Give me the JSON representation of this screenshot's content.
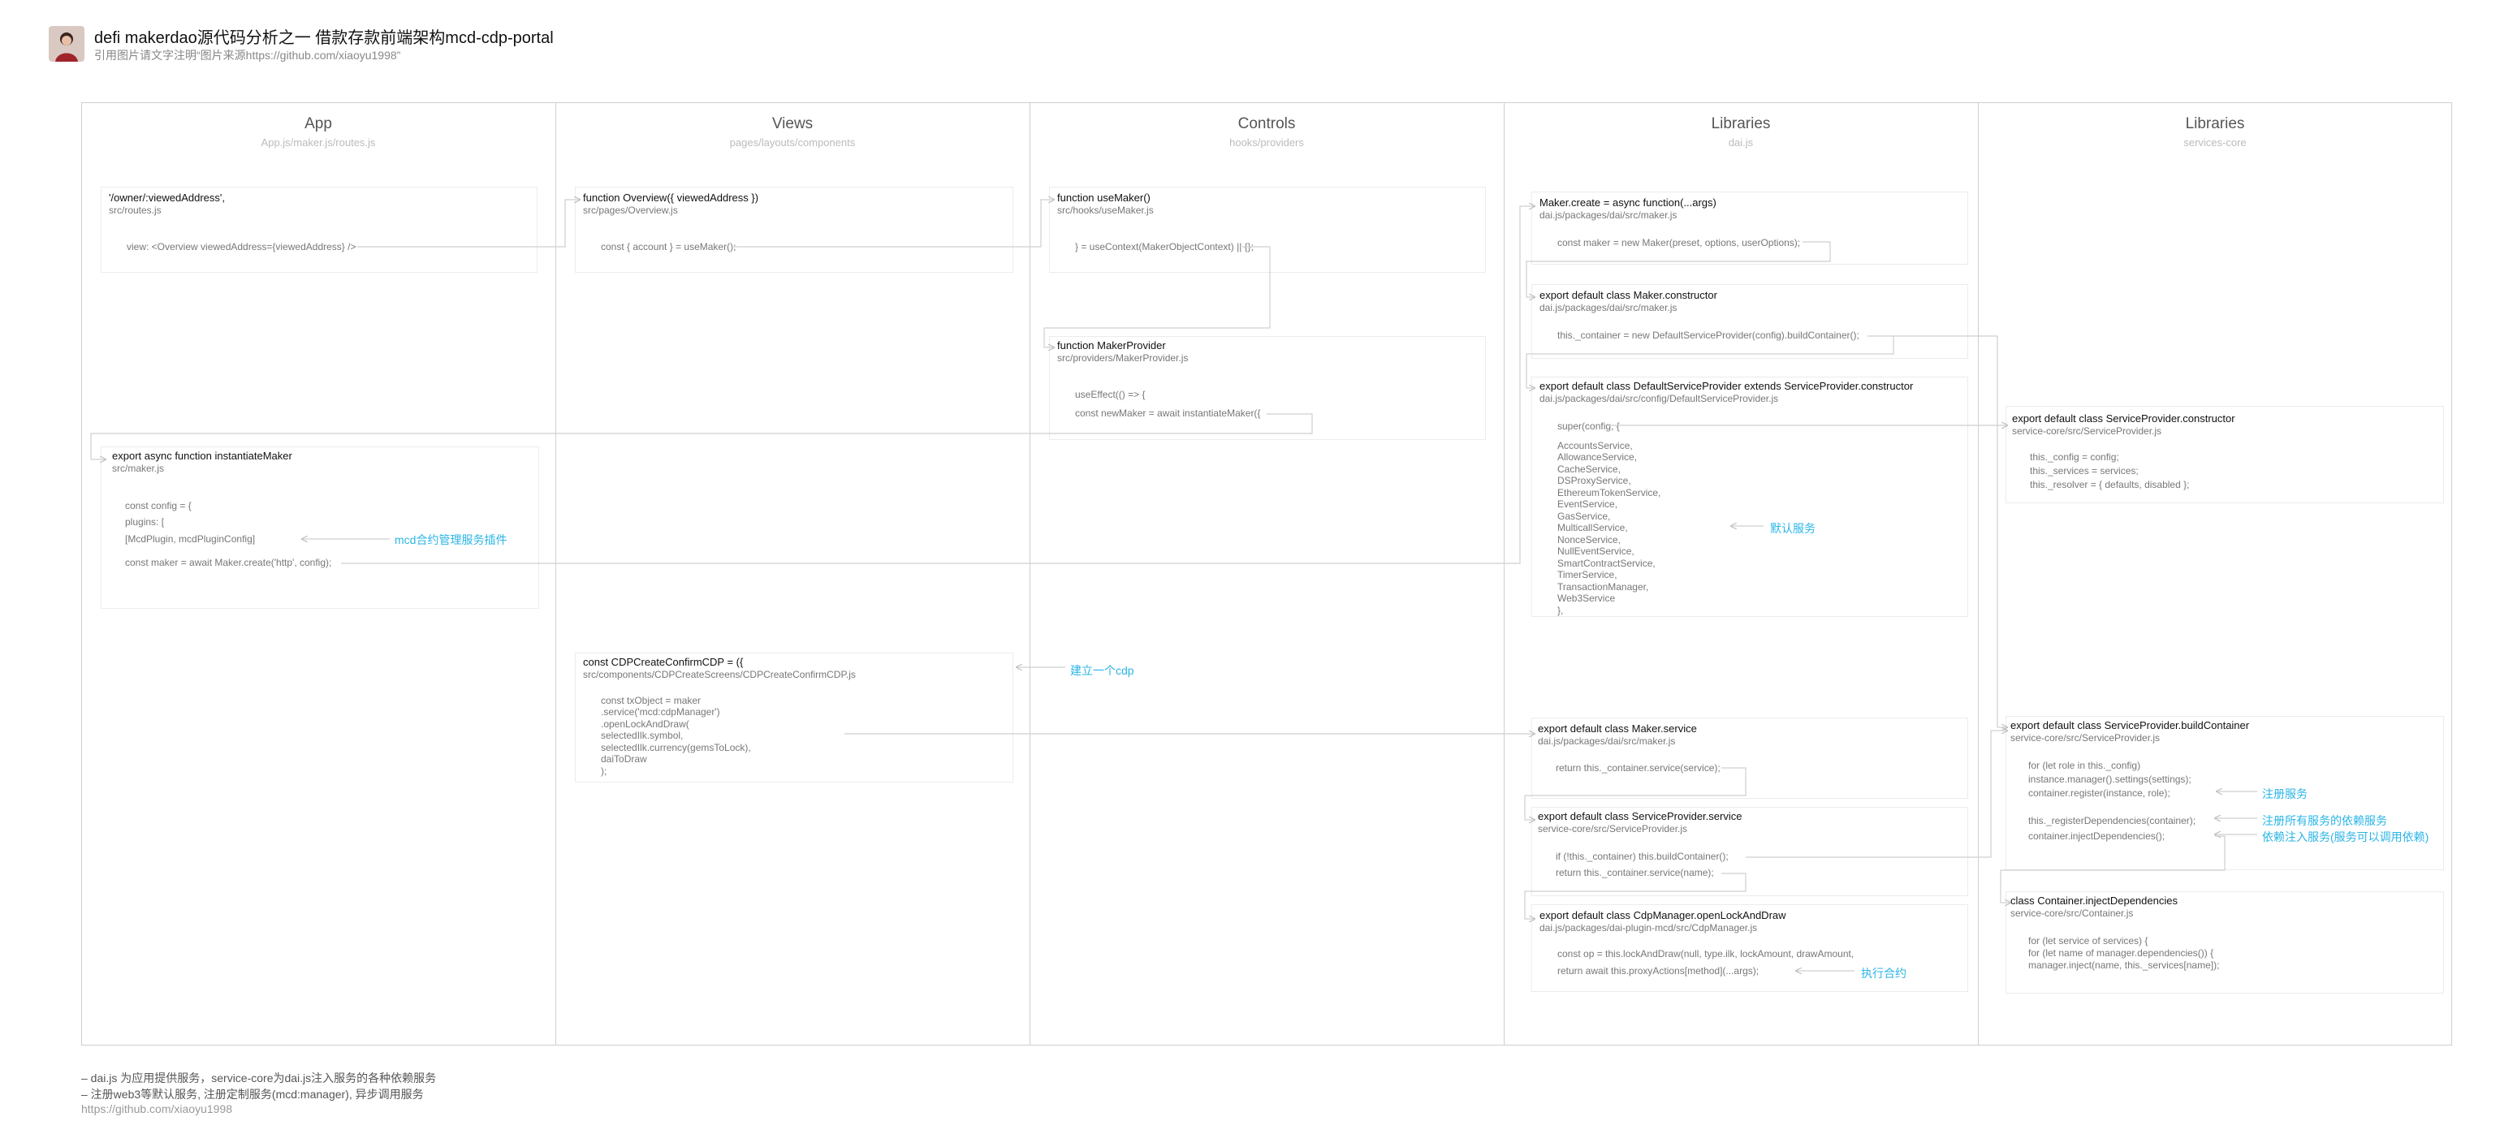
{
  "header": {
    "title": "defi makerdao源代码分析之一 借款存款前端架构mcd-cdp-portal",
    "subtitle": "引用图片请文字注明“图片来源https://github.com/xiaoyu1998”"
  },
  "columns": [
    {
      "title": "App",
      "subtitle": "App.js/maker.js/routes.js"
    },
    {
      "title": "Views",
      "subtitle": "pages/layouts/components"
    },
    {
      "title": "Controls",
      "subtitle": "hooks/providers"
    },
    {
      "title": "Libraries",
      "subtitle": "dai.js"
    },
    {
      "title": "Libraries",
      "subtitle": "services-core"
    }
  ],
  "boxes": {
    "routes": {
      "title": "'/owner/:viewedAddress',",
      "path": "src/routes.js",
      "code": [
        "view: <Overview viewedAddress={viewedAddress} />"
      ]
    },
    "instantiate": {
      "title": "export async function instantiateMaker",
      "path": "src/maker.js",
      "code": [
        "const config = {",
        "    plugins: [",
        "        [McdPlugin, mcdPluginConfig]",
        "",
        "const maker = await Maker.create('http', config);"
      ]
    },
    "overview": {
      "title": "function Overview({ viewedAddress })",
      "path": "src/pages/Overview.js",
      "code": [
        "const { account } = useMaker();"
      ]
    },
    "cdpconfirm": {
      "title": "const CDPCreateConfirmCDP = ({",
      "path": "src/components/CDPCreateScreens/CDPCreateConfirmCDP.js",
      "code": [
        "const txObject = maker",
        "    .service('mcd:cdpManager')",
        "    .openLockAndDraw(",
        "        selectedIlk.symbol,",
        "        selectedIlk.currency(gemsToLock),",
        "        daiToDraw",
        "    );"
      ]
    },
    "usemaker": {
      "title": "function useMaker()",
      "path": "src/hooks/useMaker.js",
      "code": [
        "} = useContext(MakerObjectContext) || {};"
      ]
    },
    "makerprovider": {
      "title": "function MakerProvider",
      "path": "src/providers/MakerProvider.js",
      "code": [
        "useEffect(() => {",
        "    const newMaker = await instantiateMaker({"
      ]
    },
    "makercreate": {
      "title": "Maker.create = async function(...args)",
      "path": "dai.js/packages/dai/src/maker.js",
      "code": [
        "const maker = new Maker(preset, options, userOptions);"
      ]
    },
    "makerctor": {
      "title": "export default class Maker.constructor",
      "path": "dai.js/packages/dai/src/maker.js",
      "code": [
        "this._container = new DefaultServiceProvider(config).buildContainer();"
      ]
    },
    "defaultsp": {
      "title": "export default class DefaultServiceProvider extends ServiceProvider.constructor",
      "path": "dai.js/packages/dai/src/config/DefaultServiceProvider.js",
      "code": [
        "super(config, {",
        "",
        "    AccountsService,",
        "        AllowanceService,",
        "        CacheService,",
        "        DSProxyService,",
        "        EthereumTokenService,",
        "        EventService,",
        "        GasService,",
        "        MulticallService,",
        "        NonceService,",
        "        NullEventService,",
        "        SmartContractService,",
        "        TimerService,",
        "        TransactionManager,",
        "        Web3Service",
        "    },"
      ]
    },
    "makerservice": {
      "title": "export default class Maker.service",
      "path": "dai.js/packages/dai/src/maker.js",
      "code": [
        "return this._container.service(service);"
      ]
    },
    "spservice": {
      "title": "export default class ServiceProvider.service",
      "path": "service-core/src/ServiceProvider.js",
      "code": [
        "if (!this._container) this.buildContainer();",
        "return this._container.service(name);"
      ]
    },
    "cdpmanager": {
      "title": "export default class CdpManager.openLockAndDraw",
      "path": "dai.js/packages/dai-plugin-mcd/src/CdpManager.js",
      "code": [
        "const op = this.lockAndDraw(null, type.ilk, lockAmount, drawAmount,",
        "    return await this.proxyActions[method](...args);"
      ]
    },
    "spctor": {
      "title": "export default class ServiceProvider.constructor",
      "path": "service-core/src/ServiceProvider.js",
      "code": [
        "this._config = config;",
        "this._services = services;",
        "this._resolver = { defaults, disabled };"
      ]
    },
    "buildcontainer": {
      "title": "export default class ServiceProvider.buildContainer",
      "path": "service-core/src/ServiceProvider.js",
      "code": [
        "for (let role in this._config)",
        "    instance.manager().settings(settings);",
        "    container.register(instance, role);",
        "",
        "this._registerDependencies(container);",
        "container.injectDependencies();"
      ]
    },
    "inject": {
      "title": "class Container.injectDependencies",
      "path": "service-core/src/Container.js",
      "code": [
        "for (let service of services) {",
        "    for (let name of manager.dependencies()) {",
        "        manager.inject(name, this._services[name]);"
      ]
    }
  },
  "notes": {
    "mcd_plugin": "mcd合约管理服务插件",
    "create_cdp": "建立一个cdp",
    "default_services": "默认服务",
    "register_services": "注册服务",
    "register_deps": "注册所有服务的依赖服务",
    "inject_deps": "依赖注入服务(服务可以调用依赖)",
    "execute_contract": "执行合约"
  },
  "footer": {
    "line1": "– dai.js 为应用提供服务，service-core为dai.js注入服务的各种依赖服务",
    "line2": "– 注册web3等默认服务, 注册定制服务(mcd:manager), 异步调用服务",
    "line3": "https://github.com/xiaoyu1998"
  }
}
